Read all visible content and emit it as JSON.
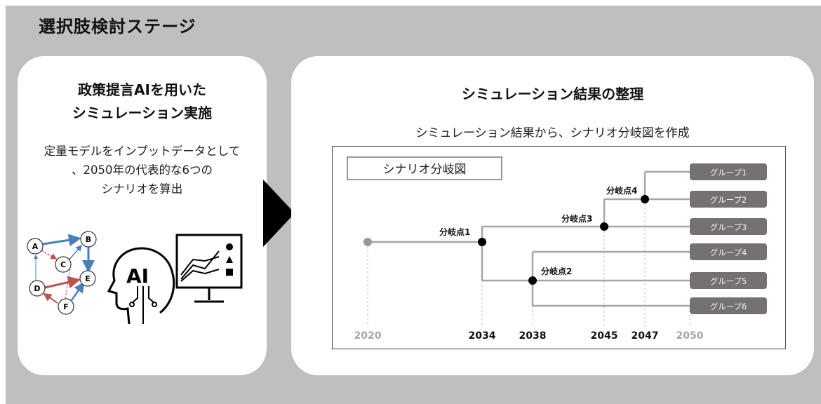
{
  "stage_title": "選択肢検討ステージ",
  "left_panel": {
    "title_line1": "政策提言AIを用いた",
    "title_line2": "シミュレーション実施",
    "desc_line1": "定量モデルをインプットデータとして",
    "desc_line2": "、2050年の代表的な6つの",
    "desc_line3": "シナリオを算出",
    "graph_nodes": [
      "A",
      "B",
      "C",
      "D",
      "E",
      "F"
    ],
    "ai_text": "AI",
    "icon_names": [
      "causal-graph-icon",
      "ai-head-icon",
      "chart-monitor-icon"
    ]
  },
  "right_panel": {
    "title": "シミュレーション結果の整理",
    "subtitle": "シミュレーション結果から、シナリオ分岐図を作成",
    "diagram_label": "シナリオ分岐図",
    "branch_points": [
      "分岐点1",
      "分岐点2",
      "分岐点3",
      "分岐点4"
    ],
    "groups": [
      "グループ1",
      "グループ2",
      "グループ3",
      "グループ4",
      "グループ5",
      "グループ6"
    ],
    "years": [
      "2020",
      "2034",
      "2038",
      "2045",
      "2047",
      "2050"
    ]
  },
  "colors": {
    "background": "#bfbfbf",
    "panel": "#ffffff",
    "group_box": "#767171",
    "line": "#a6a6a6",
    "faded_year": "#a6a6a6",
    "graph_blue": "#4a7ebb",
    "graph_red": "#c0504d"
  }
}
